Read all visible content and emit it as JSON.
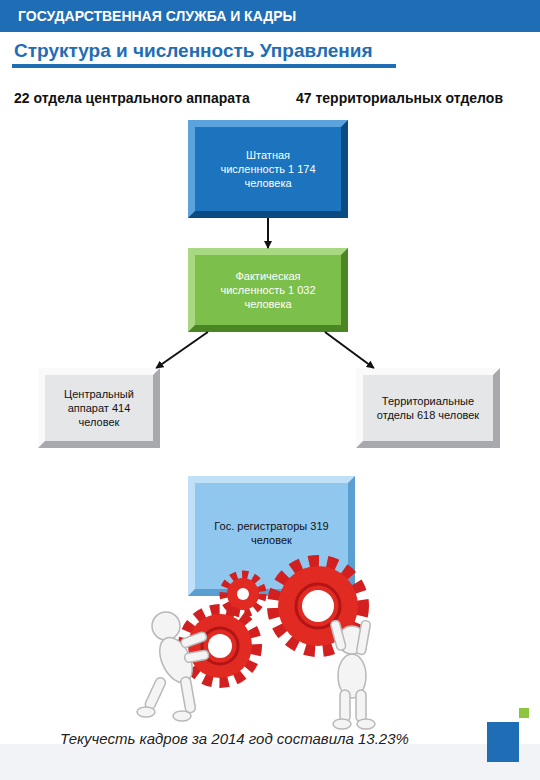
{
  "diagram": {
    "title": "Структура и численность Управления",
    "caption": "Текучесть кадров за 2014 год составила 13.23%",
    "nodes": [
      {
        "text": [
          "Штатная численность 1 174 человека"
        ]
      },
      {
        "text": [
          "Фактическая численность 1 032 человека"
        ]
      },
      {
        "text": [
          "Центральный аппарат 414 человек"
        ]
      },
      {
        "text": [
          "Территориальные отделы 618 человек"
        ]
      },
      {
        "text": [
          "Гос. регистраторы 319 человек"
        ]
      }
    ],
    "edges": [
      {
        "from": 0,
        "to": 1,
        "arrow": "to"
      },
      {
        "from": 1,
        "to": 2,
        "arrow": "to"
      },
      {
        "from": 1,
        "to": 3,
        "arrow": "to"
      }
    ],
    "labels": [
      "ГОСУДАРСТВЕННАЯ СЛУЖБА И КАДРЫ",
      "22 отдела центрального аппарата",
      "47 территориальных отделов"
    ]
  }
}
